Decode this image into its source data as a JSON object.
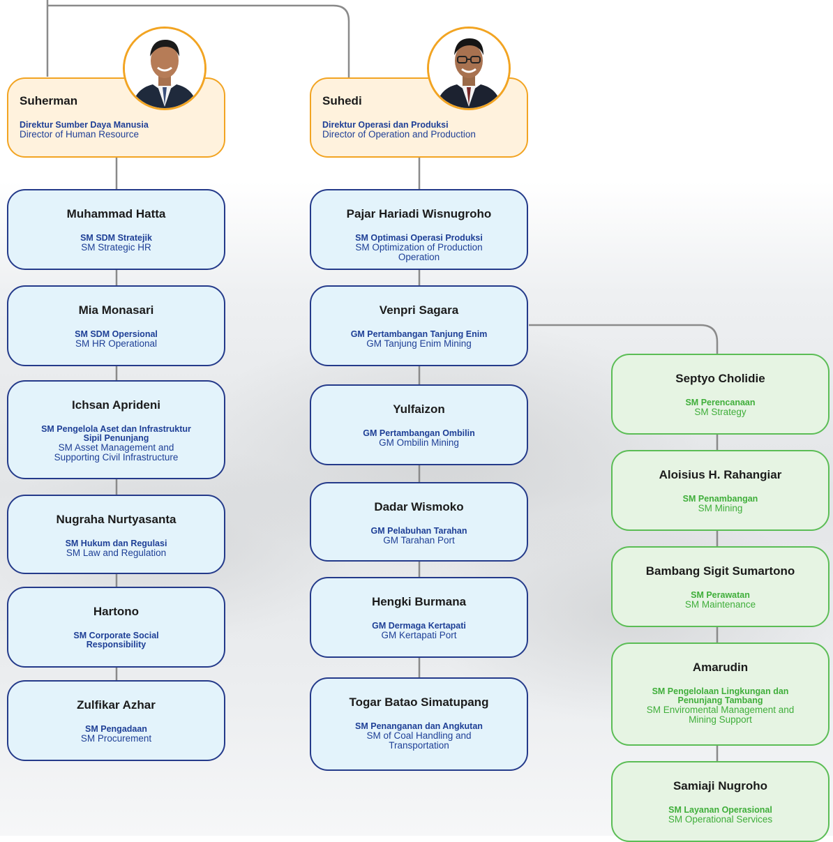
{
  "colors": {
    "director_border": "#f2a422",
    "director_fill": "#fff2dd",
    "unit_border": "#243a8a",
    "unit_fill": "#e3f3fb",
    "unit_text": "#1e3f96",
    "green_border": "#5bbd55",
    "green_fill": "#e6f4e3",
    "green_text": "#3fae3a",
    "connector": "#8a8a8a"
  },
  "directors": [
    {
      "name": "Suherman",
      "title_id": "Direktur Sumber Daya Manusia",
      "title_en": "Director of Human Resource",
      "photo": "portrait-photo"
    },
    {
      "name": "Suhedi",
      "title_id": "Direktur Operasi dan Produksi",
      "title_en": "Director of Operation and Production",
      "photo": "portrait-photo"
    }
  ],
  "hr_units": [
    {
      "name": "Muhammad Hatta",
      "title_id": "SM SDM Stratejik",
      "title_en": "SM Strategic HR"
    },
    {
      "name": "Mia Monasari",
      "title_id": "SM SDM Opersional",
      "title_en": "SM HR Operational"
    },
    {
      "name": "Ichsan Aprideni",
      "title_id": "SM Pengelola Aset dan Infrastruktur Sipil Penunjang",
      "title_en": "SM Asset Management and Supporting Civil Infrastructure"
    },
    {
      "name": "Nugraha Nurtyasanta",
      "title_id": "SM Hukum dan Regulasi",
      "title_en": "SM Law and Regulation"
    },
    {
      "name": "Hartono",
      "title_id": "SM Corporate Social Responsibility",
      "title_en": ""
    },
    {
      "name": "Zulfikar Azhar",
      "title_id": "SM Pengadaan",
      "title_en": "SM Procurement"
    }
  ],
  "ops_units": [
    {
      "name": "Pajar Hariadi Wisnugroho",
      "title_id": "SM Optimasi Operasi Produksi",
      "title_en": "SM Optimization of Production Operation"
    },
    {
      "name": "Venpri Sagara",
      "title_id": "GM Pertambangan Tanjung Enim",
      "title_en": "GM Tanjung Enim Mining"
    },
    {
      "name": "Yulfaizon",
      "title_id": "GM Pertambangan Ombilin",
      "title_en": "GM Ombilin Mining"
    },
    {
      "name": "Dadar Wismoko",
      "title_id": "GM Pelabuhan Tarahan",
      "title_en": "GM Tarahan Port"
    },
    {
      "name": "Hengki Burmana",
      "title_id": "GM Dermaga Kertapati",
      "title_en": "GM Kertapati Port"
    },
    {
      "name": "Togar Batao Simatupang",
      "title_id": "SM Penanganan dan Angkutan",
      "title_en": "SM of Coal Handling and Transportation"
    }
  ],
  "mining_units": [
    {
      "name": "Septyo Cholidie",
      "title_id": "SM Perencanaan",
      "title_en": "SM Strategy"
    },
    {
      "name": "Aloisius H. Rahangiar",
      "title_id": "SM Penambangan",
      "title_en": "SM Mining"
    },
    {
      "name": "Bambang Sigit Sumartono",
      "title_id": "SM Perawatan",
      "title_en": "SM Maintenance"
    },
    {
      "name": "Amarudin",
      "title_id": "SM Pengelolaan Lingkungan dan Penunjang Tambang",
      "title_en": "SM Enviromental Management and Mining Support"
    },
    {
      "name": "Samiaji Nugroho",
      "title_id": "SM Layanan Operasional",
      "title_en": "SM Operational Services"
    }
  ]
}
